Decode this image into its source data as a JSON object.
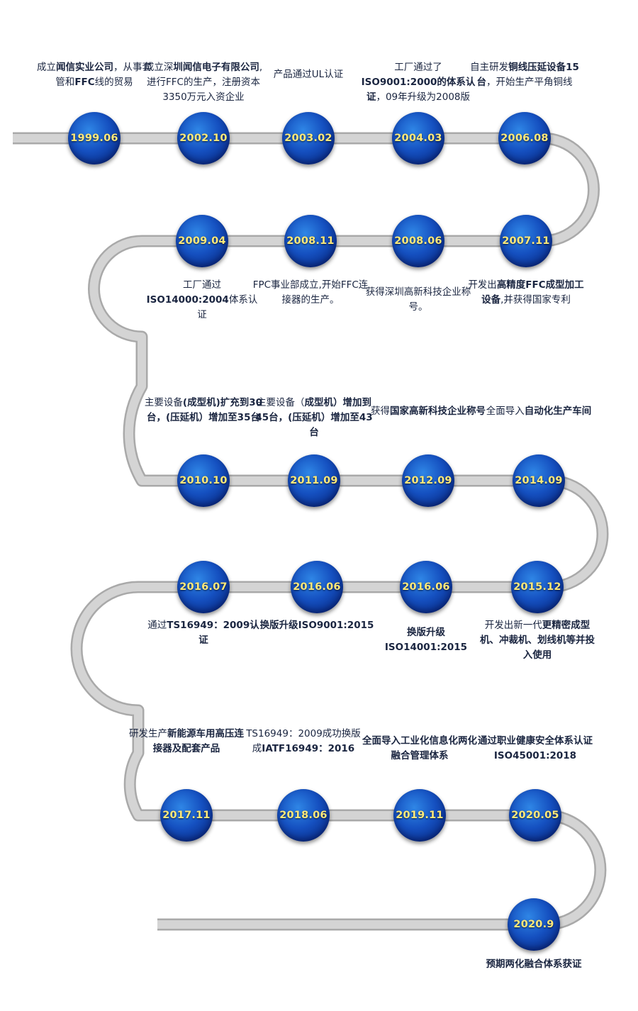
{
  "colors": {
    "track": "#d4d4d4",
    "track_edge": "#a9a9a9",
    "node_dark": "#0a2f8c",
    "node_light": "#2f86e6",
    "date_text": "#ffe97a",
    "caption_text": "#1a2540"
  },
  "milestones": [
    {
      "date": "1999.06",
      "caption": [
        [
          "成立"
        ],
        [
          "闻信实业公",
          true
        ],
        [
          "司",
          true
        ],
        [
          "，从事套管和"
        ],
        [
          "FFC",
          true
        ],
        [
          "线的贸易"
        ]
      ]
    },
    {
      "date": "2002.10",
      "caption": [
        [
          "成立深"
        ],
        [
          "圳闻信电子有限公",
          true
        ],
        [
          "司",
          true
        ],
        [
          ",进行FFC的生产，注册资本3350万元入资企业"
        ]
      ]
    },
    {
      "date": "2003.02",
      "caption": [
        [
          "产品通过UL认证"
        ]
      ]
    },
    {
      "date": "2004.03",
      "caption": [
        [
          "工厂通过了"
        ],
        [
          "ISO9001:2000的体系认证",
          true
        ],
        [
          "，09年升级为2008版"
        ]
      ]
    },
    {
      "date": "2006.08",
      "caption": [
        [
          "自主研发"
        ],
        [
          "铜线压延设备15台",
          true
        ],
        [
          "，开始生产平角铜线"
        ]
      ]
    },
    {
      "date": "2007.11",
      "caption": [
        [
          "开发出"
        ],
        [
          "高精度FFC成型加工设备",
          true
        ],
        [
          ",并获得国家专利"
        ]
      ]
    },
    {
      "date": "2008.06",
      "caption": [
        [
          "获得深圳高新科技企业称号。"
        ]
      ]
    },
    {
      "date": "2008.11",
      "caption": [
        [
          "FPC事业部成立,开始FFC连接器的生产。"
        ]
      ]
    },
    {
      "date": "2009.04",
      "caption": [
        [
          "工厂通过"
        ],
        [
          "ISO14000:2004",
          true
        ],
        [
          "体系认证"
        ]
      ]
    },
    {
      "date": "2010.10",
      "caption": [
        [
          "主要设备"
        ],
        [
          "(成型机)扩充到30台，(压延机）增加至35台",
          true
        ]
      ]
    },
    {
      "date": "2011.09",
      "caption": [
        [
          "主要设备（"
        ],
        [
          "成型机）增加到45台，(压延机）增加至43台",
          true
        ]
      ]
    },
    {
      "date": "2012.09",
      "caption": [
        [
          "获得"
        ],
        [
          "国家高新科技企业称号",
          true
        ]
      ]
    },
    {
      "date": "2014.09",
      "caption": [
        [
          "全面导入"
        ],
        [
          "自动化生产车间",
          true
        ]
      ]
    },
    {
      "date": "2015.12",
      "caption": [
        [
          "开发出新一代"
        ],
        [
          "更精密成型机、冲裁机、划线机等并投入使用",
          true
        ]
      ]
    },
    {
      "date": "2016.06",
      "caption": [
        [
          "换版升级ISO14001:2015",
          true
        ]
      ]
    },
    {
      "date": "2016.06",
      "caption": [
        [
          "换版升级ISO9001:2015",
          true
        ]
      ]
    },
    {
      "date": "2016.07",
      "caption": [
        [
          "通过"
        ],
        [
          "TS16949：2009认证",
          true
        ]
      ]
    },
    {
      "date": "2017.11",
      "caption": [
        [
          "研发生产"
        ],
        [
          "新能源车用高压连接器及配套产品",
          true
        ]
      ]
    },
    {
      "date": "2018.06",
      "caption": [
        [
          "TS16949：2009成功换版成"
        ],
        [
          "IATF16949：2016",
          true
        ]
      ]
    },
    {
      "date": "2019.11",
      "caption": [
        [
          "全面导入工业化信息化两化融合管理体系",
          true
        ]
      ]
    },
    {
      "date": "2020.05",
      "caption": [
        [
          "通过职业健康安全体系认证ISO45001:2018",
          true
        ]
      ]
    },
    {
      "date": "2020.9",
      "caption": [
        [
          "预期两化融合体系获证",
          true
        ]
      ]
    }
  ]
}
